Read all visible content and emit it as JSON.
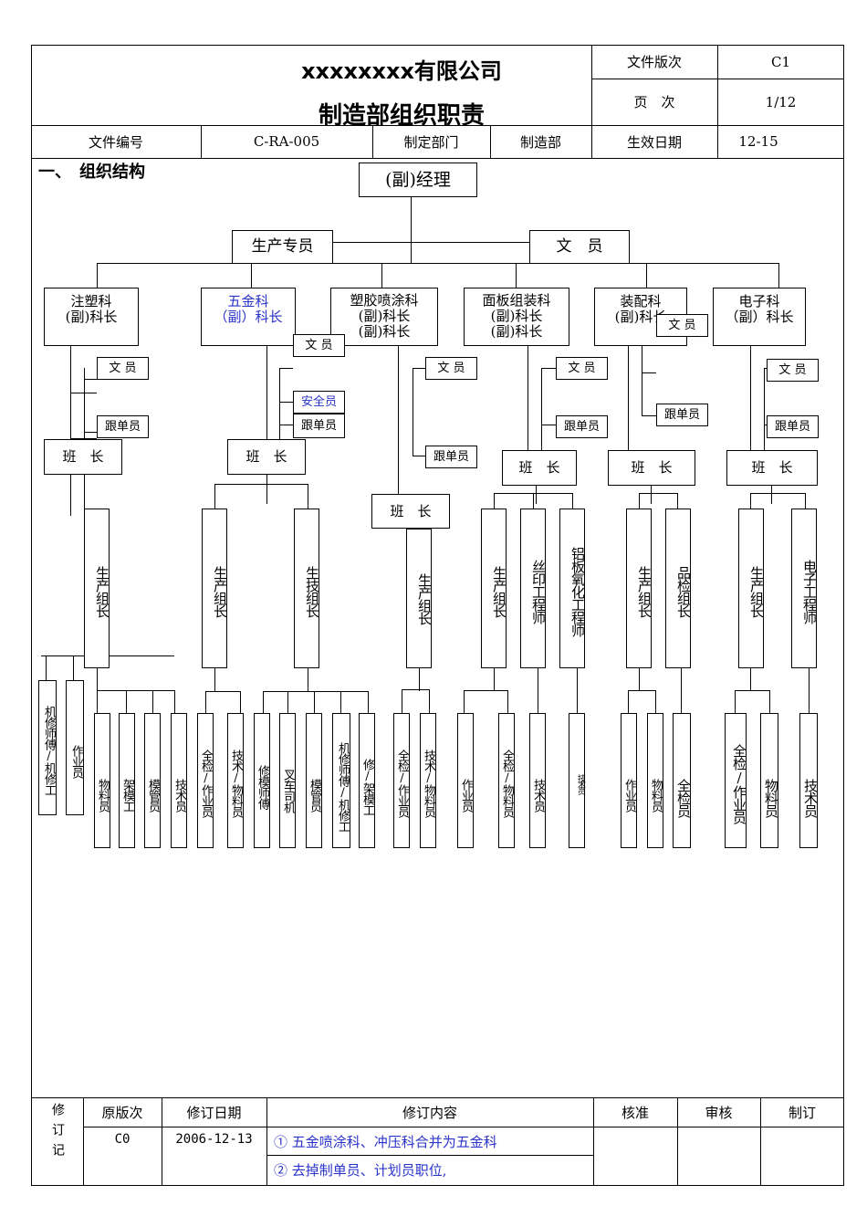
{
  "header": {
    "company": "xxxxxxxx有限公司",
    "doc_title": "制造部组织职责",
    "version_label": "文件版次",
    "version_value": "C1",
    "page_label": "页　次",
    "page_value": "1/12",
    "docno_label": "文件编号",
    "docno_value": "C-RA-005",
    "dept_label": "制定部门",
    "dept_value": "制造部",
    "effective_label": "生效日期",
    "effective_value": "12-15"
  },
  "section_title": "一、　组织结构",
  "org": {
    "manager": "(副)经理",
    "prod_specialist": "生产专员",
    "clerk_top": "文　员",
    "depts": [
      {
        "l1": "注塑科",
        "l2": "(副)科长"
      },
      {
        "l1": "五金科",
        "l2": "（副）科长"
      },
      {
        "l1": "塑胶喷涂科",
        "l2": "(副)科长",
        "l3": "(副)科长"
      },
      {
        "l1": "面板组装科",
        "l2": "(副)科长",
        "l3": "(副)科长"
      },
      {
        "l1": "装配科",
        "l2": "(副)科长"
      },
      {
        "l1": "电子科",
        "l2": "（副）科长"
      }
    ],
    "clerk": "文 员",
    "follow": "跟单员",
    "safety": "安全员",
    "team_leader": "班　长",
    "leaders": {
      "prod_group": "生产组长",
      "tech_group": "生技组长",
      "silk": "丝印工程师",
      "alum": "铝板氧化工程师",
      "qc_group": "品检组长",
      "elec_eng": "电子工程师"
    },
    "workers": {
      "mech_repair": "机修师傅/机修工",
      "operator_plain": "作业员",
      "material": "物料员",
      "rack": "架模工",
      "mold_mgr": "模管员",
      "tech": "技术员",
      "qc_operator": "全检/作业员",
      "tech_material": "技术/物料员",
      "mold_repair": "修模师傅",
      "forklift": "叉车司机",
      "repair_rack": "修/架模工",
      "qc_material": "全检/物料员",
      "tech_small": "技术员",
      "full_qc": "全检员"
    }
  },
  "revision": {
    "side_label": "修订记",
    "col_ver": "原版次",
    "col_date": "修订日期",
    "col_content": "修订内容",
    "col_approve": "核准",
    "col_review": "审核",
    "col_make": "制订",
    "row_ver": "C0",
    "row_date": "2006-12-13",
    "content1": "① 五金喷涂科、冲压科合并为五金科",
    "content2": "② 去掉制单员、计划员职位,"
  }
}
